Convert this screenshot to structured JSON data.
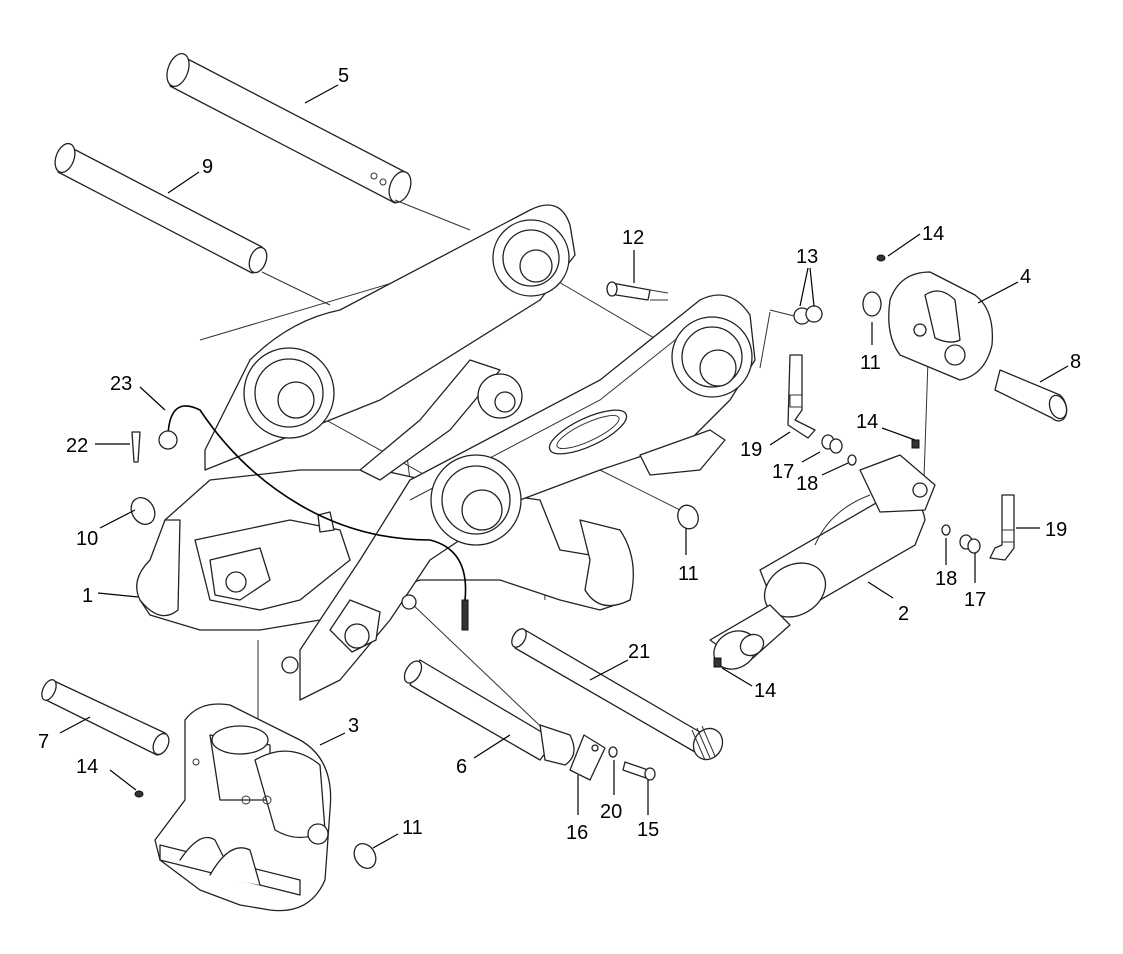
{
  "diagram": {
    "callouts": [
      {
        "id": "c1",
        "text": "1"
      },
      {
        "id": "c2",
        "text": "2"
      },
      {
        "id": "c3",
        "text": "3"
      },
      {
        "id": "c4",
        "text": "4"
      },
      {
        "id": "c5",
        "text": "5"
      },
      {
        "id": "c6",
        "text": "6"
      },
      {
        "id": "c7",
        "text": "7"
      },
      {
        "id": "c8",
        "text": "8"
      },
      {
        "id": "c9",
        "text": "9"
      },
      {
        "id": "c10",
        "text": "10"
      },
      {
        "id": "c11a",
        "text": "11"
      },
      {
        "id": "c11b",
        "text": "11"
      },
      {
        "id": "c11c",
        "text": "11"
      },
      {
        "id": "c12",
        "text": "12"
      },
      {
        "id": "c13",
        "text": "13"
      },
      {
        "id": "c14a",
        "text": "14"
      },
      {
        "id": "c14b",
        "text": "14"
      },
      {
        "id": "c14c",
        "text": "14"
      },
      {
        "id": "c14d",
        "text": "14"
      },
      {
        "id": "c15",
        "text": "15"
      },
      {
        "id": "c16",
        "text": "16"
      },
      {
        "id": "c17a",
        "text": "17"
      },
      {
        "id": "c17b",
        "text": "17"
      },
      {
        "id": "c18a",
        "text": "18"
      },
      {
        "id": "c18b",
        "text": "18"
      },
      {
        "id": "c19a",
        "text": "19"
      },
      {
        "id": "c19b",
        "text": "19"
      },
      {
        "id": "c20",
        "text": "20"
      },
      {
        "id": "c21",
        "text": "21"
      },
      {
        "id": "c22",
        "text": "22"
      },
      {
        "id": "c23",
        "text": "23"
      }
    ]
  }
}
